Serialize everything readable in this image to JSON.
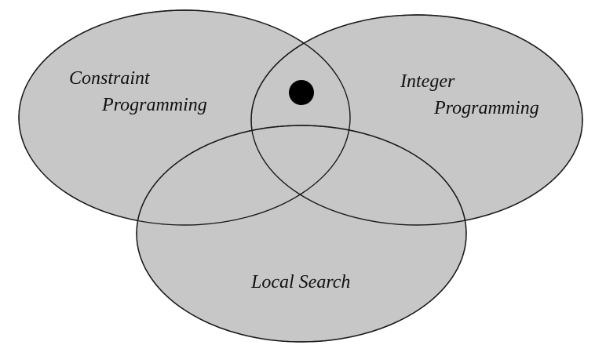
{
  "diagram": {
    "type": "venn",
    "fill_color": "#c7c7c7",
    "stroke_color": "#1a1a1a",
    "marker_color": "#000000",
    "sets": [
      {
        "id": "constraint-programming",
        "label_lines": [
          "Constraint",
          "Programming"
        ]
      },
      {
        "id": "integer-programming",
        "label_lines": [
          "Integer",
          "Programming"
        ]
      },
      {
        "id": "local-search",
        "label_lines": [
          "Local Search"
        ]
      }
    ],
    "marker": {
      "shape": "filled-circle",
      "region": "constraint-programming ∩ integer-programming"
    }
  }
}
